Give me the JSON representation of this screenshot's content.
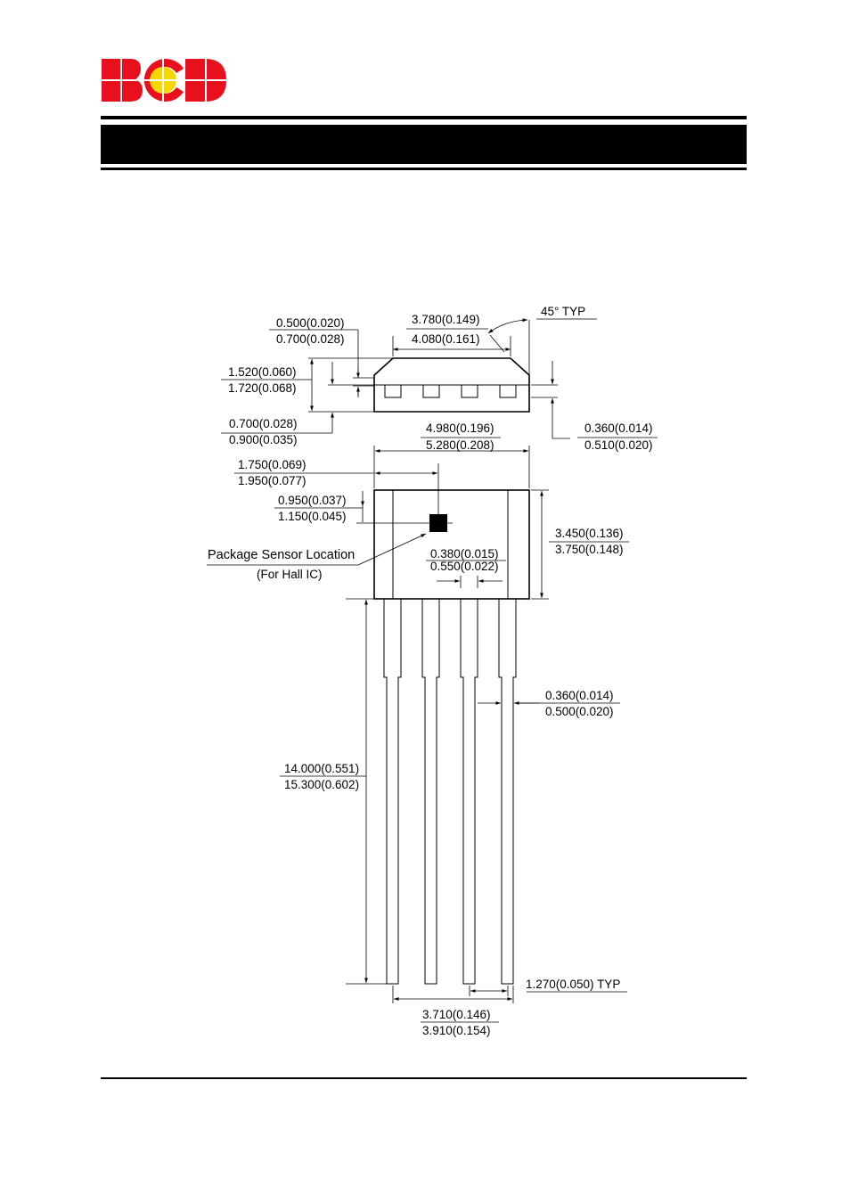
{
  "brand": {
    "logo_text": "BCD",
    "colors": {
      "red": "#e8101c",
      "yellow": "#f5d800",
      "black": "#000000",
      "white": "#ffffff"
    }
  },
  "header": {
    "title": ""
  },
  "drawing": {
    "top_view": {
      "lead_width": {
        "min": "0.500(0.020)",
        "max": "0.700(0.028)"
      },
      "top_width": {
        "min": "3.780(0.149)",
        "max": "4.080(0.161)"
      },
      "chamfer": {
        "label": "45° TYP"
      },
      "body_height": {
        "min": "1.520(0.060)",
        "max": "1.720(0.068)"
      },
      "standoff": {
        "min": "0.700(0.028)",
        "max": "0.900(0.035)"
      },
      "lead_thickness": {
        "min": "0.360(0.014)",
        "max": "0.510(0.020)"
      },
      "body_width": {
        "min": "4.980(0.196)",
        "max": "5.280(0.208)"
      }
    },
    "front_view": {
      "sensor_x": {
        "min": "1.750(0.069)",
        "max": "1.950(0.077)"
      },
      "sensor_y": {
        "min": "0.950(0.037)",
        "max": "1.150(0.045)"
      },
      "sensor_label": "Package Sensor Location",
      "sensor_sublabel": "(For Hall IC)",
      "body_length": {
        "min": "3.450(0.136)",
        "max": "3.750(0.148)"
      },
      "lead_shoulder_width": {
        "min": "0.380(0.015)",
        "max": "0.550(0.022)"
      },
      "lead_narrow_width": {
        "min": "0.360(0.014)",
        "max": "0.500(0.020)"
      },
      "lead_length": {
        "min": "14.000(0.551)",
        "max": "15.300(0.602)"
      },
      "pitch": {
        "label": "1.270(0.050) TYP"
      },
      "lead_span": {
        "min": "3.710(0.146)",
        "max": "3.910(0.154)"
      }
    }
  }
}
